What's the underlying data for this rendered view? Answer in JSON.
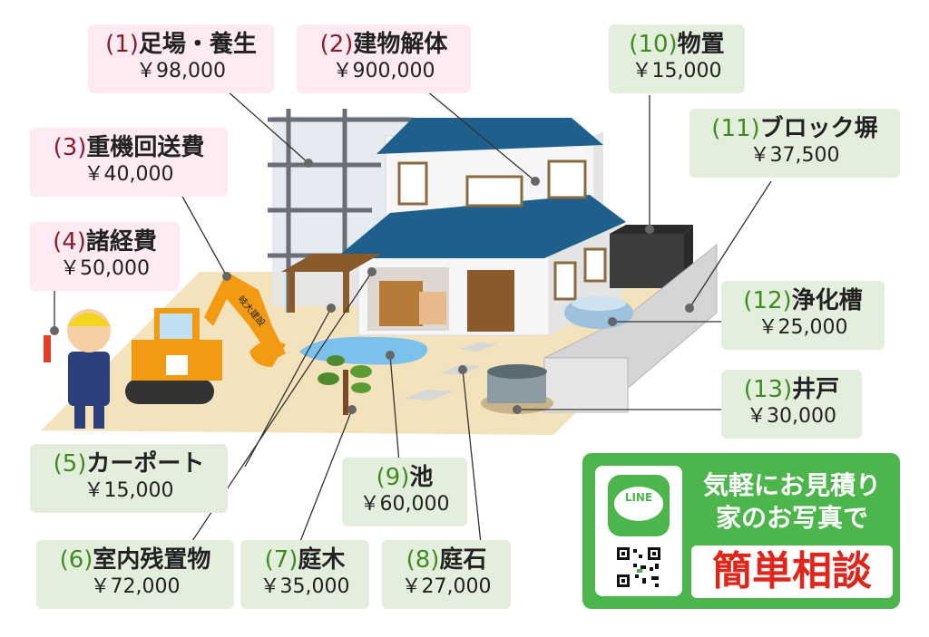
{
  "items": [
    {
      "num": "(1)",
      "name": "足場・養生",
      "price": "￥98,000"
    },
    {
      "num": "(2)",
      "name": "建物解体",
      "price": "￥900,000"
    },
    {
      "num": "(3)",
      "name": "重機回送費",
      "price": "￥40,000"
    },
    {
      "num": "(4)",
      "name": "諸経費",
      "price": "￥50,000"
    },
    {
      "num": "(5)",
      "name": "カーポート",
      "price": "￥15,000"
    },
    {
      "num": "(6)",
      "name": "室内残置物",
      "price": "￥72,000"
    },
    {
      "num": "(7)",
      "name": "庭木",
      "price": "￥35,000"
    },
    {
      "num": "(8)",
      "name": "庭石",
      "price": "￥27,000"
    },
    {
      "num": "(9)",
      "name": "池",
      "price": "￥60,000"
    },
    {
      "num": "(10)",
      "name": "物置",
      "price": "￥15,000"
    },
    {
      "num": "(11)",
      "name": "ブロック塀",
      "price": "￥37,500"
    },
    {
      "num": "(12)",
      "name": "浄化槽",
      "price": "￥25,000"
    },
    {
      "num": "(13)",
      "name": "井戸",
      "price": "￥30,000"
    }
  ],
  "line_panel": {
    "logo_text": "LINE",
    "line1": "気軽にお見積り",
    "line2": "家のお写真で",
    "big": "簡単相談"
  },
  "excavator_text": "岐大建設",
  "colors": {
    "pink_label": "#fdeaf3",
    "green_label": "#e3eedd",
    "number_red": "#8b1c2b",
    "number_green": "#3e8c1f",
    "line_green": "#4cb64d",
    "roof_blue": "#1f5f8b",
    "excavator_orange": "#f29a12",
    "cta_red": "#e0251b"
  }
}
